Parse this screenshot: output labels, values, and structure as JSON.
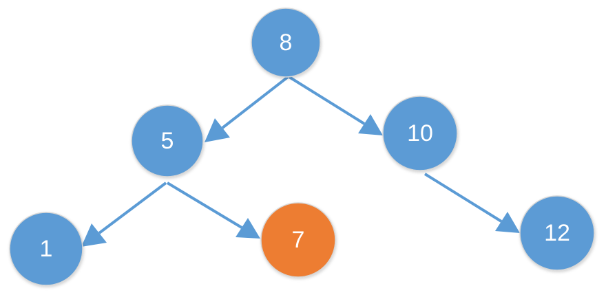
{
  "colors": {
    "node_fill": "#5b9bd5",
    "node_highlight_fill": "#ed7d31",
    "node_stroke": "#d6d6d6",
    "edge": "#5b9bd5",
    "label": "#ffffff"
  },
  "tree": {
    "nodes": [
      {
        "id": "n8",
        "label": "8",
        "highlighted": false
      },
      {
        "id": "n5",
        "label": "5",
        "highlighted": false
      },
      {
        "id": "n10",
        "label": "10",
        "highlighted": false
      },
      {
        "id": "n1",
        "label": "1",
        "highlighted": false
      },
      {
        "id": "n7",
        "label": "7",
        "highlighted": true
      },
      {
        "id": "n12",
        "label": "12",
        "highlighted": false
      }
    ],
    "edges": [
      {
        "from": "n8",
        "to": "n5"
      },
      {
        "from": "n8",
        "to": "n10"
      },
      {
        "from": "n5",
        "to": "n1"
      },
      {
        "from": "n5",
        "to": "n7"
      },
      {
        "from": "n10",
        "to": "n12"
      }
    ]
  }
}
